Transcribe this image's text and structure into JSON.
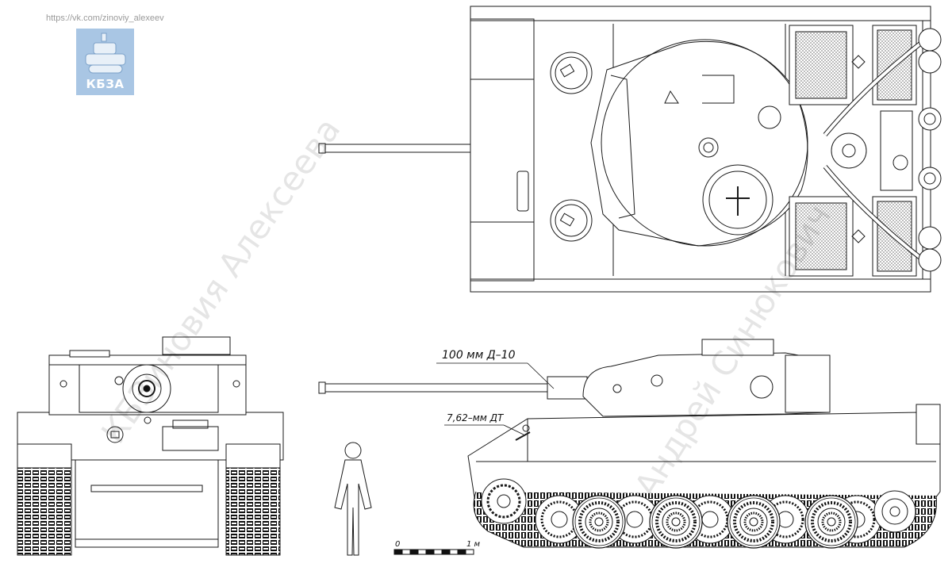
{
  "header": {
    "url_text": "https://vk.com/zinoviy_alexeev",
    "logo_text": "КБЗА"
  },
  "watermarks": {
    "left": "КБЗиновия Алексеева",
    "right": "Андрей Синюкович"
  },
  "labels": {
    "gun": "100 мм Д–10",
    "mg": "7,62–мм ДТ"
  },
  "scale": {
    "start": "0",
    "end": "1 м"
  },
  "colors": {
    "line": "#1a1a1a",
    "logo_bg": "#a9c6e4",
    "watermark": "#b0b0b0"
  }
}
